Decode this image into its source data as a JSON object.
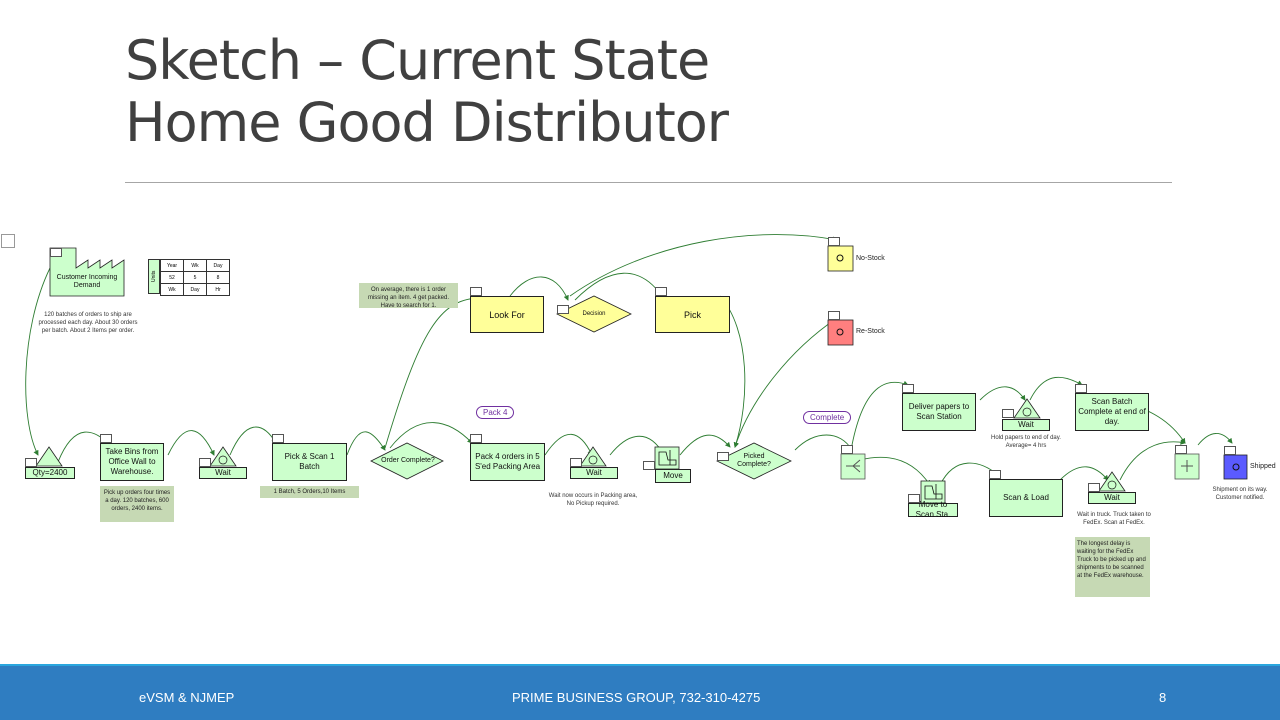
{
  "title": {
    "line1": "Sketch – Current State",
    "line2": "Home Good Distributor"
  },
  "footer": {
    "left": "eVSM & NJMEP",
    "center": "PRIME BUSINESS GROUP, 732-310-4275",
    "page": "8"
  },
  "units_table": {
    "tag": "Units",
    "row1": [
      "Year",
      "Wk",
      "Day"
    ],
    "row2": [
      "52",
      "5",
      "8"
    ],
    "row3": [
      "Wk",
      "Day",
      "Hr"
    ]
  },
  "nodes": {
    "customer": "Customer Incoming Demand",
    "qty": "Qty=2400",
    "take_bins": "Take Bins from Office Wall to Warehouse.",
    "wait1": "Wait",
    "pick_scan": "Pick & Scan 1 Batch",
    "order_complete": "Order Complete?",
    "look_for": "Look For",
    "decision": "Decision",
    "pick": "Pick",
    "no_stock": "No-Stock",
    "re_stock": "Re-Stock",
    "pack4": "Pack 4 orders in 5 S'ed Packing Area",
    "wait2": "Wait",
    "move": "Move",
    "picked_complete": "Picked Complete?",
    "deliver": "Deliver papers to Scan Station",
    "wait3": "Wait",
    "scan_batch": "Scan Batch Complete at end of day.",
    "move_scan": "Move to Scan Sta.",
    "scan_load": "Scan & Load",
    "wait4": "Wait",
    "shipped": "Shipped"
  },
  "bubbles": {
    "pack4": "Pack 4",
    "complete": "Complete"
  },
  "notes": {
    "customer": "120 batches of orders to ship are processed each day.  About 30 orders per batch. About 2 Items per order.",
    "take_bins": "Pick up orders four times a day. 120 batches, 600 orders, 2400 items.",
    "pick_scan": "1 Batch, 5 Orders,10 Items",
    "look_for": "On average, there is 1 order missing an item.  4 get packed. Have to search for 1.",
    "wait2": "Wait now occurs in Packing area,  No Pickup required.",
    "wait3": "Hold papers to end of day. Average= 4 hrs",
    "wait4": "Wait in truck. Truck taken to FedEx. Scan at FedEx.",
    "fedex": "The longest delay is waiting for the FedEx Truck to be picked up and shipments to be scanned at the FedEx warehouse.",
    "shipped": "Shipment on its way. Customer notified."
  },
  "colors": {
    "process_green": "#ccffcc",
    "decision_yellow": "#ffff99",
    "re_stock_red": "#ff7f7f",
    "shipped_blue": "#5b5bff",
    "flow_line": "#2e7d32",
    "footer_blue": "#2f7dc1"
  }
}
